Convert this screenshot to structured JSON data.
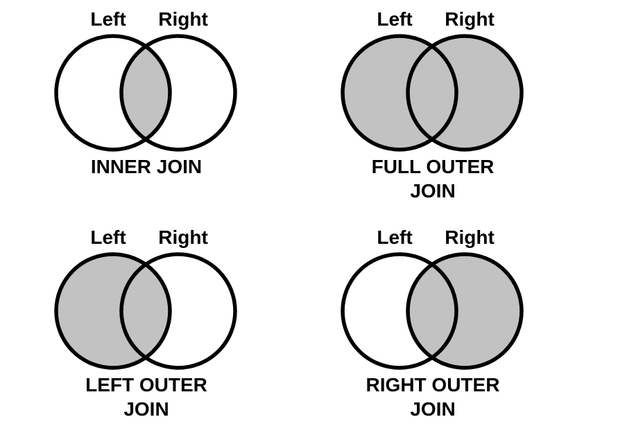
{
  "colors": {
    "background": "#ffffff",
    "shade_fill": "#c2c2c2",
    "circle_outline": "#000000",
    "text": "#000000"
  },
  "diagrams": [
    {
      "left_label": "Left",
      "right_label": "Right",
      "caption_line1": "INNER JOIN",
      "caption_line2": "",
      "shade": "intersection"
    },
    {
      "left_label": "Left",
      "right_label": "Right",
      "caption_line1": "FULL OUTER",
      "caption_line2": "JOIN",
      "shade": "both"
    },
    {
      "left_label": "Left",
      "right_label": "Right",
      "caption_line1": "LEFT OUTER",
      "caption_line2": "JOIN",
      "shade": "left"
    },
    {
      "left_label": "Left",
      "right_label": "Right",
      "caption_line1": "RIGHT OUTER",
      "caption_line2": "JOIN",
      "shade": "right"
    }
  ]
}
